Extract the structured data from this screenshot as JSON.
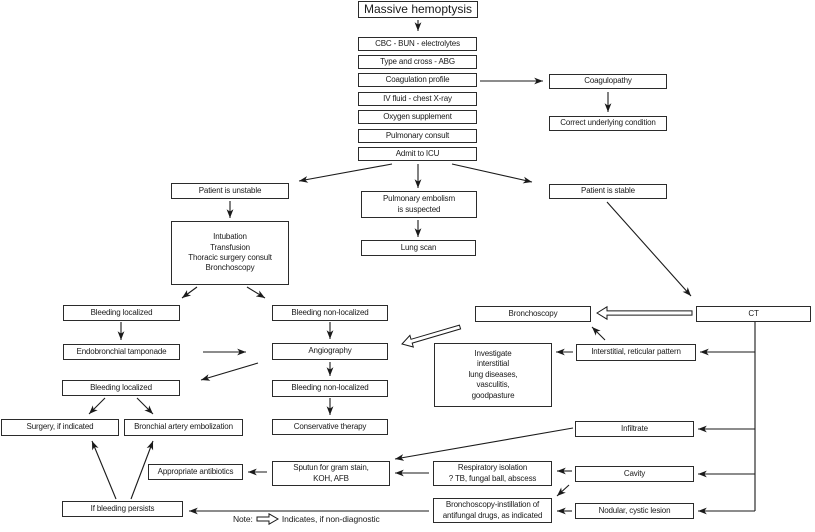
{
  "diagram": {
    "title": "Massive hemoptysis",
    "colors": {
      "background": "#ffffff",
      "box_border": "#2b2b2b",
      "text": "#1a1a1a",
      "arrow": "#1a1a1a"
    },
    "note": {
      "prefix": "Note:",
      "hollow_arrow_meaning": "Indicates, if non-diagnostic"
    },
    "nodes": {
      "cbc": "CBC - BUN - electrolytes",
      "type_cross": "Type and cross - ABG",
      "coag_profile": "Coagulation profile",
      "iv_fluid": "IV fluid - chest X-ray",
      "oxygen": "Oxygen supplement",
      "pulm_consult": "Pulmonary consult",
      "admit_icu": "Admit to ICU",
      "coagulopathy": "Coagulopathy",
      "correct_condition": "Correct underlying condition",
      "unstable": "Patient is unstable",
      "pe_suspected": "Pulmonary embolism\nis suspected",
      "stable": "Patient is stable",
      "intubation": "Intubation\nTransfusion\nThoracic surgery consult\nBronchoscopy",
      "lung_scan": "Lung scan",
      "bleeding_loc1": "Bleeding localized",
      "bleeding_nonloc1": "Bleeding non-localized",
      "bronchoscopy": "Bronchoscopy",
      "ct": "CT",
      "tamponade": "Endobronchial tamponade",
      "angiography": "Angiography",
      "investigate": "Investigate\ninterstitial\nlung diseases,\nvasculitis,\ngoodpasture",
      "interstitial": "Interstitial, reticular pattern",
      "bleeding_loc2": "Bleeding localized",
      "bleeding_nonloc2": "Bleeding non-localized",
      "surgery": "Surgery, if indicated",
      "embolization": "Bronchial artery embolization",
      "conservative": "Conservative therapy",
      "infiltrate": "Infiltrate",
      "antibiotics": "Appropriate antibiotics",
      "sputum": "Sputun for gram stain,\nKOH, AFB",
      "resp_isolation": "Respiratory isolation\n? TB, fungal ball, abscess",
      "cavity": "Cavity",
      "bronch_instill": "Bronchoscopy-instillation of\nantifungal drugs, as indicated",
      "nodular": "Nodular, cystic lesion",
      "persists": "If bleeding persists"
    }
  }
}
